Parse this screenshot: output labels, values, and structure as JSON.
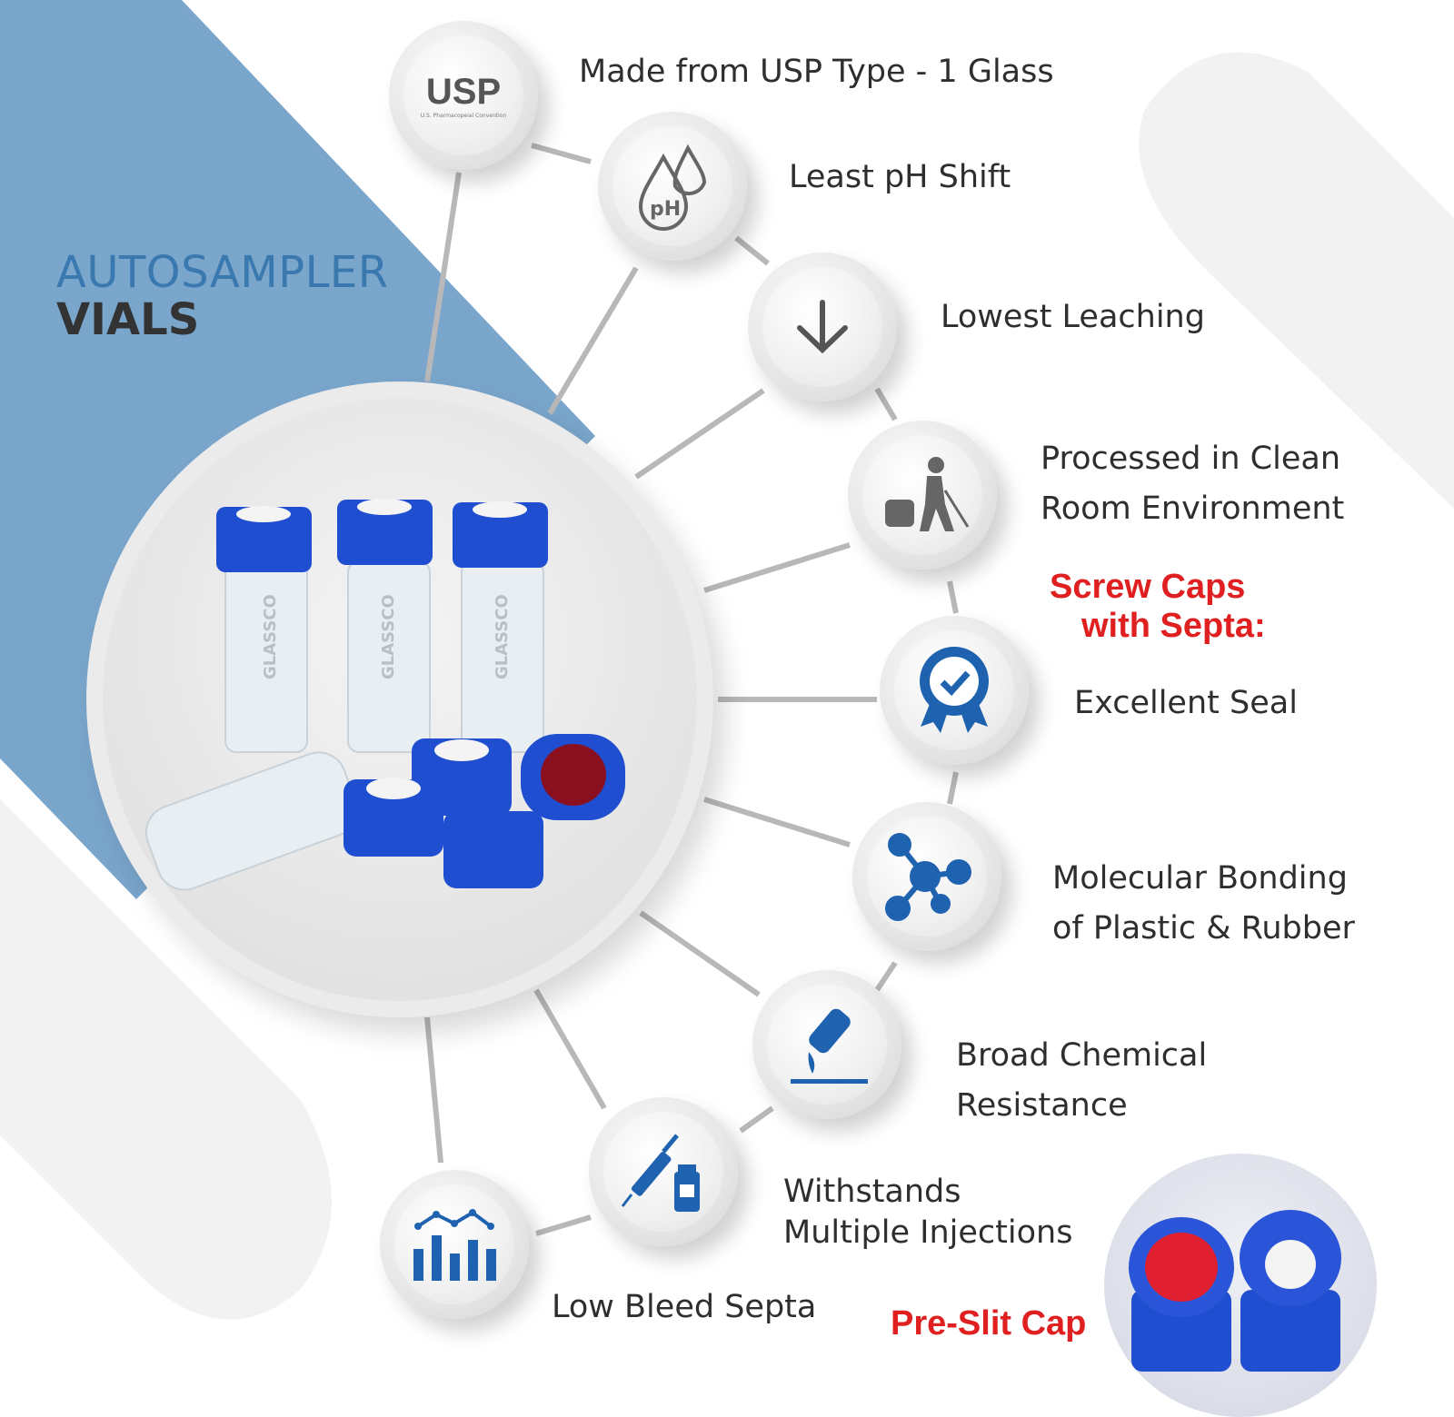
{
  "title": {
    "line1": "AUTOSAMPLER",
    "line2": "VIALS"
  },
  "features": [
    {
      "label": "Made from USP Type - 1 Glass",
      "icon": "usp-logo-icon"
    },
    {
      "label": "Least pH Shift",
      "icon": "ph-drops-icon"
    },
    {
      "label": "Lowest Leaching",
      "icon": "arrow-down-icon"
    },
    {
      "label": "Processed in Clean Room Environment",
      "line1": "Processed in Clean",
      "line2": "Room Environment",
      "icon": "cleaning-person-icon"
    },
    {
      "label": "Excellent Seal",
      "icon": "badge-check-icon"
    },
    {
      "label": "Molecular Bonding of Plastic & Rubber",
      "line1": "Molecular Bonding",
      "line2": "of Plastic & Rubber",
      "icon": "molecule-icon"
    },
    {
      "label": "Broad Chemical Resistance",
      "line1": "Broad Chemical",
      "line2": "Resistance",
      "icon": "chemical-pour-icon"
    },
    {
      "label": "Withstands Multiple Injections",
      "line1": "Withstands",
      "line2": "Multiple Injections",
      "icon": "syringe-vial-icon"
    },
    {
      "label": "Low Bleed Septa",
      "icon": "bar-chart-icon"
    }
  ],
  "callouts": {
    "screw_caps_line1": "Screw Caps",
    "screw_caps_line2": "with Septa:",
    "pre_slit": "Pre-Slit Cap"
  },
  "logo": {
    "usp": "USP",
    "usp_sub": "U.S. Pharmacopeial Convention"
  },
  "vial_brand": "GLASSCO",
  "colors": {
    "accent_blue": "#7aa6cc",
    "title_blue": "#3a78b0",
    "icon_blue": "#1f63b0",
    "callout_red": "#e02020",
    "cap_blue": "#1f4fd0"
  }
}
